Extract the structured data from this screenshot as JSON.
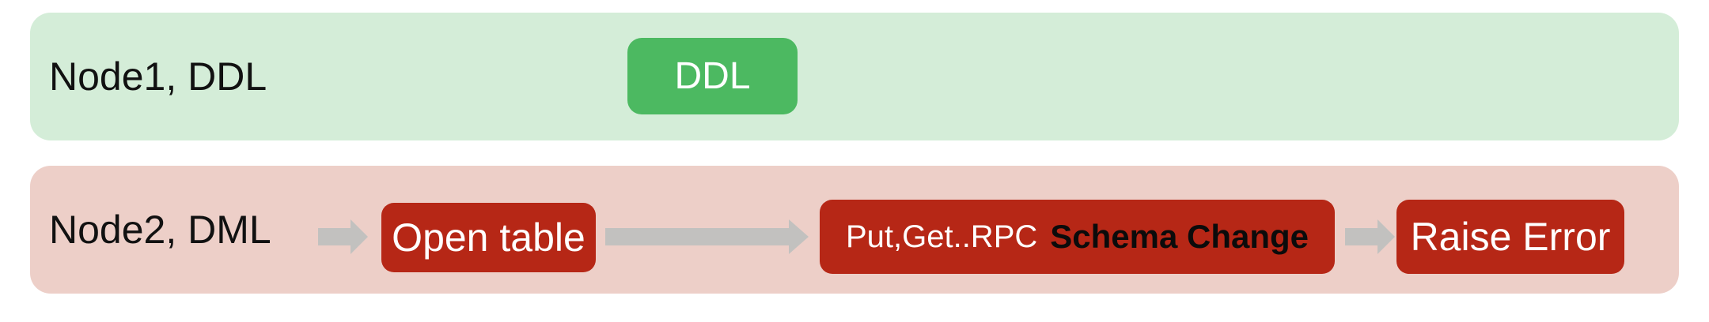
{
  "colors": {
    "lane_green_bg": "#d4edd8",
    "lane_pink_bg": "#edcfc8",
    "ddl_node_green": "#4cb961",
    "red_node": "#b62716",
    "arrow_gray": "#c2c1bf",
    "label_text": "#111111",
    "node_text_white": "#ffffff",
    "schema_change_text": "#0b0b0b",
    "page_bg": "#ffffff"
  },
  "icons": {
    "flow_arrow": "right-block-arrow"
  },
  "lane1": {
    "label": "Node1, DDL",
    "ddl_box": "DDL"
  },
  "lane2": {
    "label": "Node2, DML",
    "open_table_box": "Open table",
    "rpc_box_normal": "Put,Get..RPC",
    "rpc_box_bold": "Schema Change",
    "raise_error_box": "Raise Error"
  }
}
